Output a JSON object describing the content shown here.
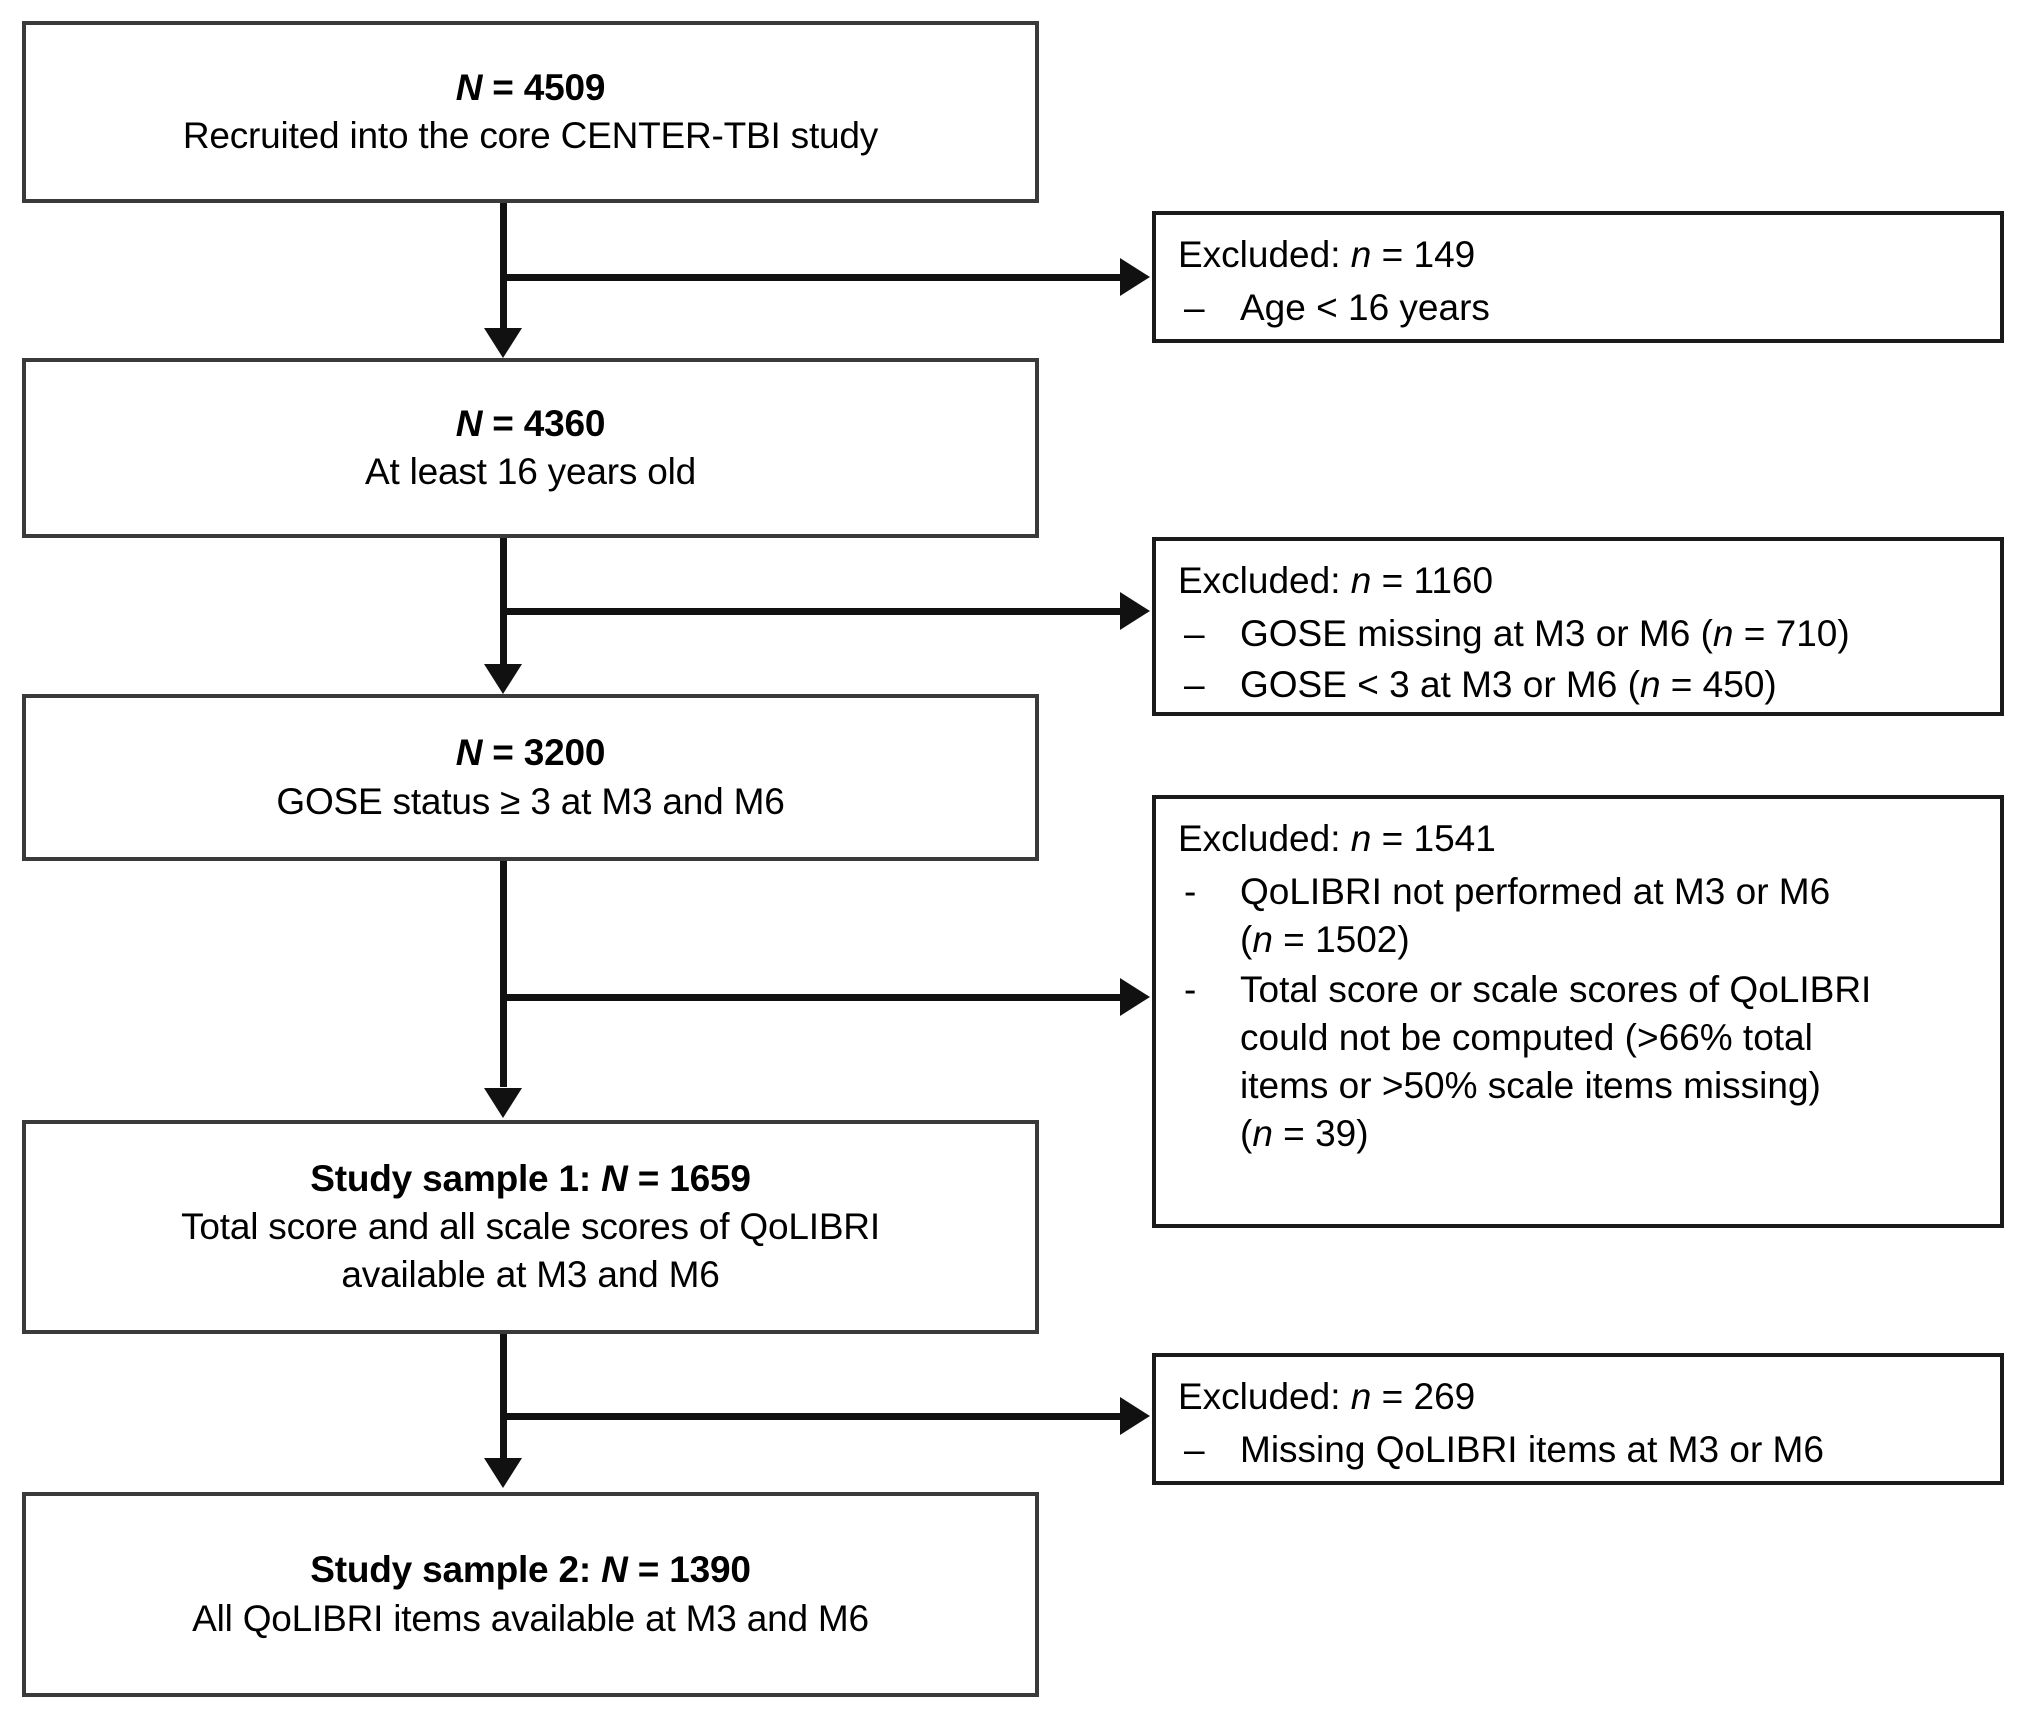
{
  "figure": {
    "type": "flowchart",
    "kind": "participant-flow-diagram",
    "orientation": "top-to-bottom-with-right-exclusions"
  },
  "nodes": [
    {
      "id": "node-recruited",
      "name": "recruited-box",
      "count_label": "N = 4509",
      "count_prefix": "N",
      "count_value": "4509",
      "description": "Recruited into the core CENTER-TBI study"
    },
    {
      "id": "node-age16",
      "name": "at-least-16-box",
      "count_label": "N = 4360",
      "count_prefix": "N",
      "count_value": "4360",
      "description": "At least 16 years old"
    },
    {
      "id": "node-gose",
      "name": "gose-status-box",
      "count_label": "N = 3200",
      "count_prefix": "N",
      "count_value": "3200",
      "description": "GOSE status ≥ 3 at M3 and M6"
    },
    {
      "id": "node-sample1",
      "name": "study-sample-1-box",
      "count_label": "Study sample 1: N = 1659",
      "count_prefix": "Study sample 1: N",
      "count_value": "1659",
      "description_line1": "Total score and all scale scores of QoLIBRI",
      "description_line2": "available at M3 and M6"
    },
    {
      "id": "node-sample2",
      "name": "study-sample-2-box",
      "count_label": "Study sample 2: N = 1390",
      "count_prefix": "Study sample 2: N",
      "count_value": "1390",
      "description": "All QoLIBRI items available at M3 and M6"
    }
  ],
  "exclusions": [
    {
      "id": "excl-1",
      "name": "exclusion-box-age",
      "header_prefix": "Excluded: ",
      "header_italic": "n",
      "header_suffix": " = 149",
      "count": "149",
      "bullet_char": "–",
      "items": [
        {
          "text": "Age < 16 years"
        }
      ]
    },
    {
      "id": "excl-2",
      "name": "exclusion-box-gose",
      "header_prefix": "Excluded: ",
      "header_italic": "n",
      "header_suffix": " = 1160",
      "count": "1160",
      "bullet_char": "–",
      "items": [
        {
          "text_a": "GOSE missing at M3 or M6 (",
          "italic": "n",
          "text_b": " = 710)"
        },
        {
          "text_a": "GOSE < 3 at M3 or M6 (",
          "italic": "n",
          "text_b": " = 450)"
        }
      ]
    },
    {
      "id": "excl-3",
      "name": "exclusion-box-qolibri-scores",
      "header_prefix": "Excluded: ",
      "header_italic": "n",
      "header_suffix": " = 1541",
      "count": "1541",
      "bullet_char": "-",
      "items": [
        {
          "line1": "QoLIBRI not performed at M3 or M6",
          "line2_a": "(",
          "line2_italic": "n",
          "line2_b": " = 1502)"
        },
        {
          "line1": "Total score or scale scores of QoLIBRI",
          "line2": "could not be computed (>66% total",
          "line3": "items or >50% scale items missing)",
          "line4_a": "(",
          "line4_italic": "n",
          "line4_b": " = 39)"
        }
      ]
    },
    {
      "id": "excl-4",
      "name": "exclusion-box-missing-items",
      "header_prefix": "Excluded: ",
      "header_italic": "n",
      "header_suffix": " = 269",
      "count": "269",
      "bullet_char": "–",
      "items": [
        {
          "text": "Missing QoLIBRI items at M3 or M6"
        }
      ]
    }
  ],
  "colors": {
    "box_border": "#3a3a3a",
    "exclusion_border": "#1a1a1a",
    "connector": "#111111",
    "background": "#ffffff",
    "text": "#000000"
  }
}
